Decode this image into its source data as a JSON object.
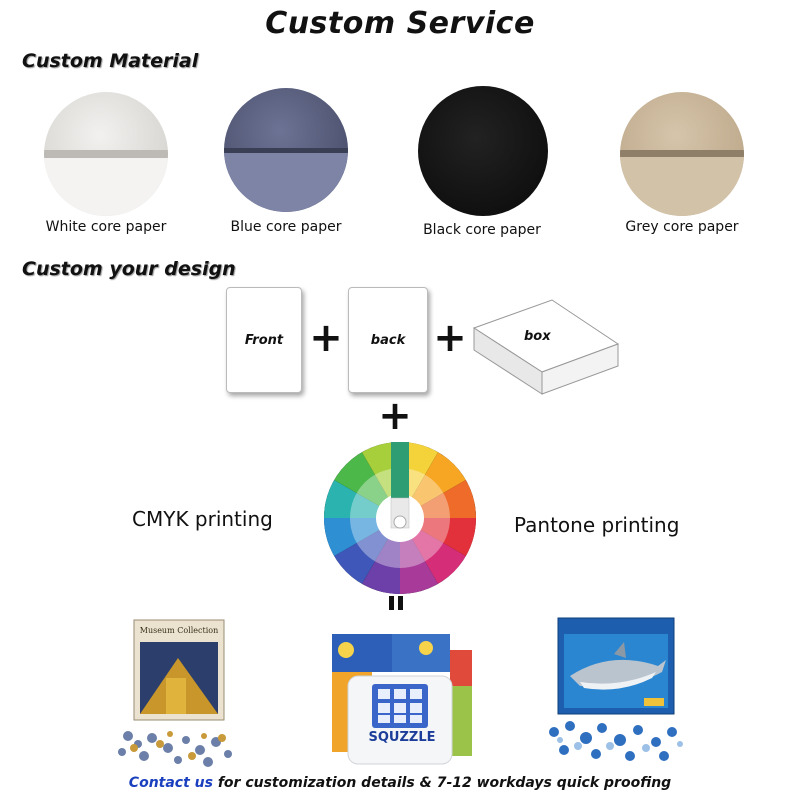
{
  "title": "Custom Service",
  "sections": {
    "material": "Custom Material",
    "design": "Custom your design"
  },
  "materials": [
    {
      "label": "White core paper",
      "color": "#e4e2de"
    },
    {
      "label": "Blue core paper",
      "color": "#59607e"
    },
    {
      "label": "Black core paper",
      "color": "#161616"
    },
    {
      "label": "Grey core paper",
      "color": "#c8b59a"
    }
  ],
  "design_items": {
    "front": "Front",
    "back": "back",
    "box": "box"
  },
  "operators": {
    "plus": "+",
    "equals": "="
  },
  "printing": {
    "cmyk": "CMYK printing",
    "pantone": "Pantone printing"
  },
  "product_texts": {
    "museum_title": "Museum Collection",
    "squzzle": "SQUZZLE"
  },
  "footer": {
    "link": "Contact us",
    "text": " for customization details & 7-12 workdays quick proofing"
  }
}
